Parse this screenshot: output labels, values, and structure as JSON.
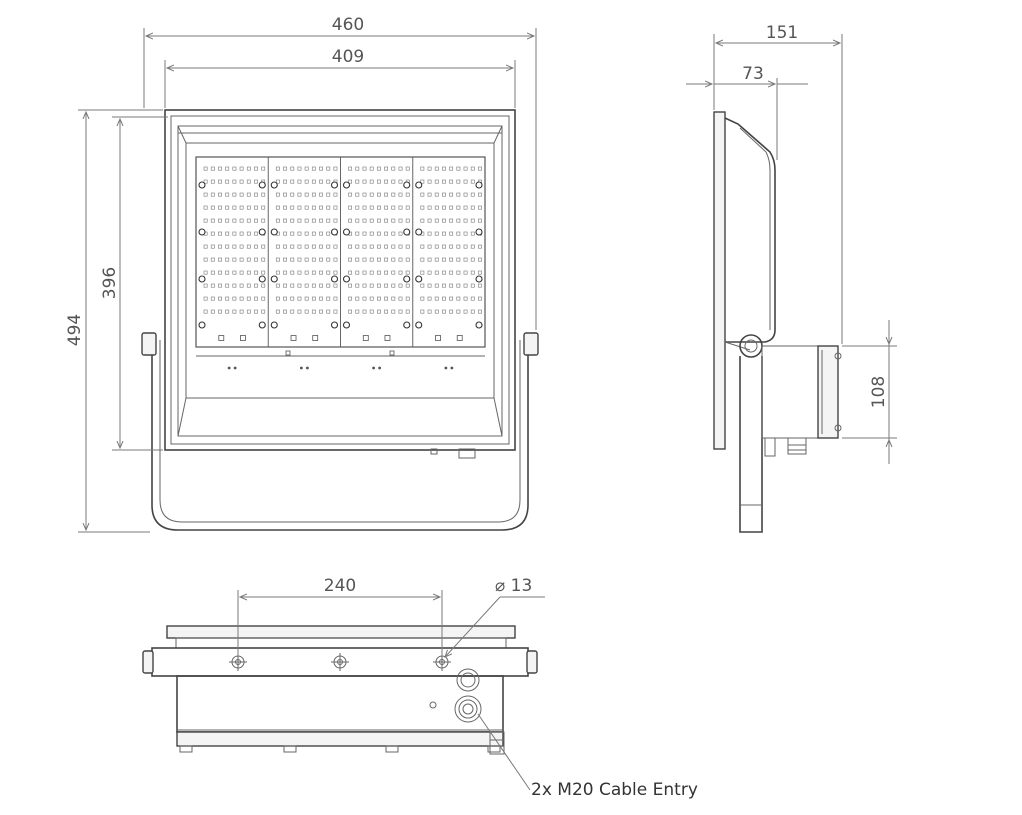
{
  "dimensions": {
    "front_width_overall": "460",
    "front_width_inner": "409",
    "front_height_overall": "494",
    "front_height_inner": "396",
    "side_depth_overall": "151",
    "side_depth_partial": "73",
    "side_box_height": "108",
    "bottom_hole_spacing": "240",
    "bottom_hole_diameter": "⌀ 13"
  },
  "callouts": {
    "cable_entry": "2x M20 Cable Entry"
  }
}
